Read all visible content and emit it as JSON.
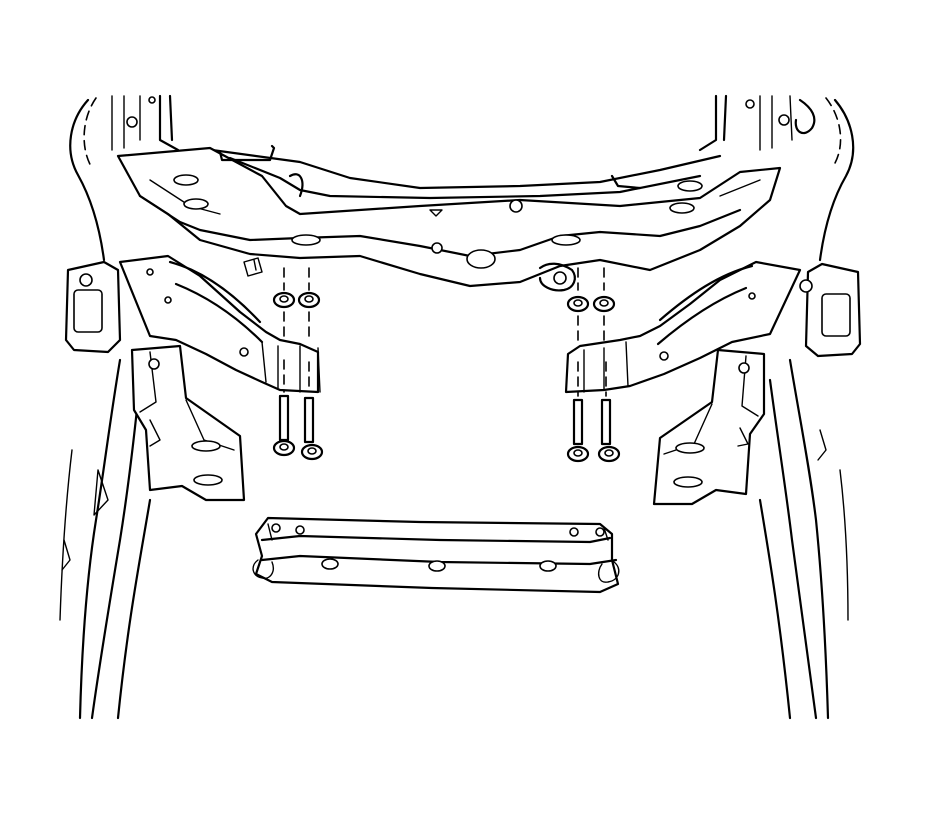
{
  "figure": {
    "kind": "exploded-view line drawing",
    "line_color": "#000000",
    "background": "#ffffff",
    "components": {
      "cradle": "front-frame-cradle",
      "brace": "transmission-support-brace",
      "fasteners_per_side": 2,
      "sides": [
        "left",
        "right"
      ]
    }
  }
}
